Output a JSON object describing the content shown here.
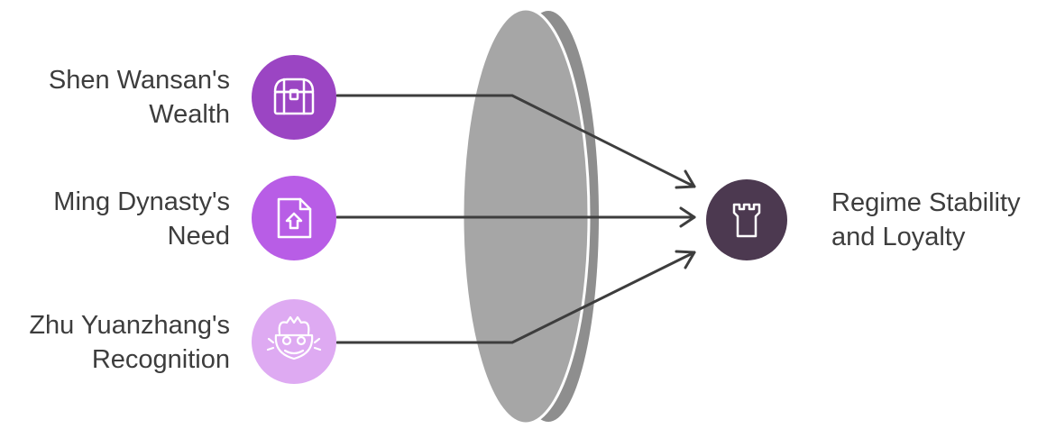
{
  "inputs": [
    {
      "label_line1": "Shen Wansan's",
      "label_line2": "Wealth",
      "color": "#9b45c3",
      "icon": "treasure-chest-icon"
    },
    {
      "label_line1": "Ming Dynasty's",
      "label_line2": "Need",
      "color": "#b85de6",
      "icon": "document-upload-icon"
    },
    {
      "label_line1": "Zhu Yuanzhang's",
      "label_line2": "Recognition",
      "color": "#deaaf2",
      "icon": "lion-dance-icon"
    }
  ],
  "output": {
    "label_line1": "Regime Stability",
    "label_line2": "and Loyalty",
    "color": "#4c3950",
    "icon": "castle-tower-icon"
  },
  "colors": {
    "lens_front": "#a6a6a6",
    "lens_back": "#8e8e8e",
    "arrow": "#3d3d3d",
    "text": "#3d3d3d"
  }
}
